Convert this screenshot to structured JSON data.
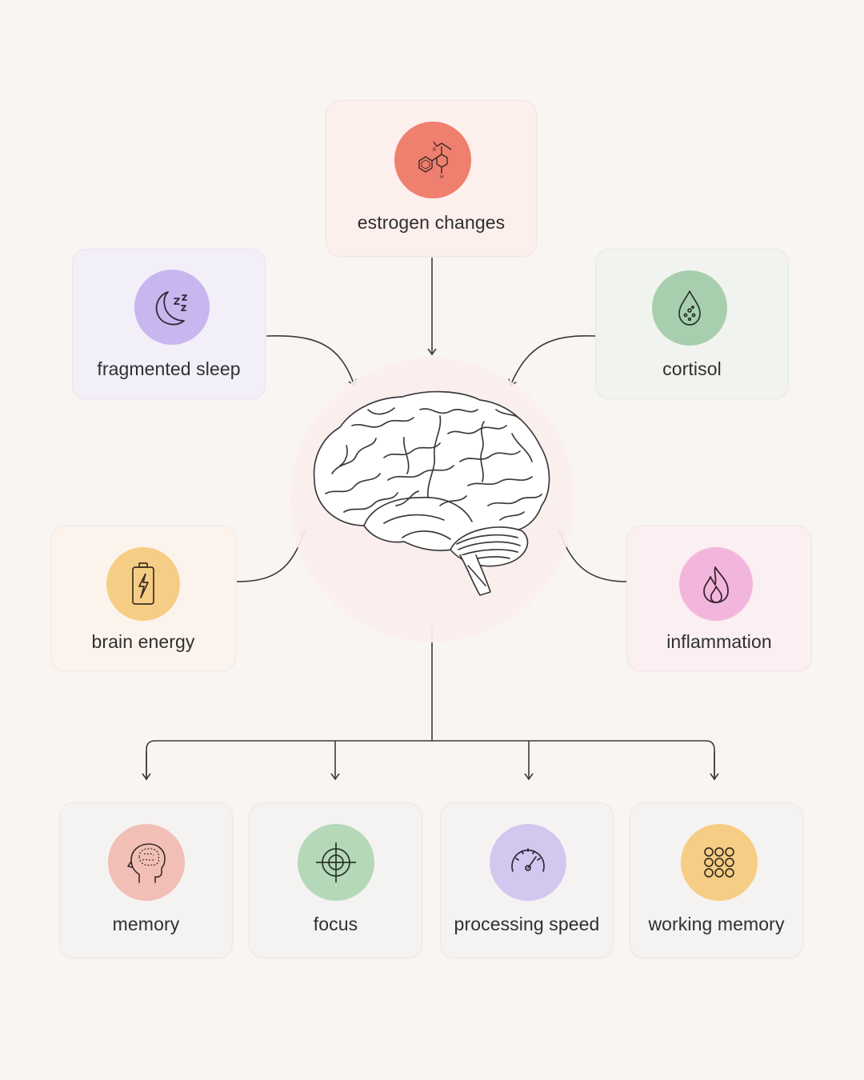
{
  "factors": {
    "estrogen": {
      "label": "estrogen changes",
      "icon": "molecule-icon",
      "color": "#ef7f6e",
      "card_bg": "#fcefec"
    },
    "sleep": {
      "label": "fragmented sleep",
      "icon": "moon-sleep-icon",
      "color": "#c8b6ef",
      "card_bg": "#f3eff9"
    },
    "cortisol": {
      "label": "cortisol",
      "icon": "droplet-icon",
      "color": "#a7cfae",
      "card_bg": "#f1f3ef"
    },
    "energy": {
      "label": "brain energy",
      "icon": "battery-icon",
      "color": "#f6cd84",
      "card_bg": "#fcf4ec"
    },
    "inflammation": {
      "label": "inflammation",
      "icon": "flame-icon",
      "color": "#f2b6dc",
      "card_bg": "#fbeff1"
    }
  },
  "center": {
    "icon": "brain-icon"
  },
  "outcomes": [
    {
      "label": "memory",
      "icon": "head-brain-icon",
      "color": "#f2bfb6"
    },
    {
      "label": "focus",
      "icon": "target-icon",
      "color": "#b5d8b8"
    },
    {
      "label": "processing speed",
      "icon": "speedometer-icon",
      "color": "#d3c7ef"
    },
    {
      "label": "working memory",
      "icon": "dot-grid-icon",
      "color": "#f6cd84"
    }
  ],
  "colors": {
    "background": "#f9f5f3",
    "arrow": "#3a3a3a",
    "outcome_card_bg": "#f5f3f2"
  }
}
